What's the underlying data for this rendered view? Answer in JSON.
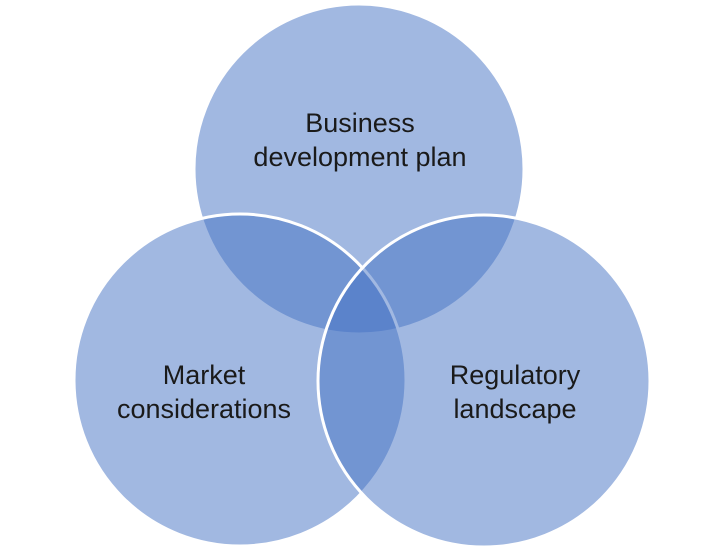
{
  "diagram": {
    "type": "venn",
    "circle_color": "#4472c4",
    "sets": [
      {
        "id": "top",
        "lines": [
          "Business",
          "development plan"
        ]
      },
      {
        "id": "left",
        "lines": [
          "Market",
          "considerations"
        ]
      },
      {
        "id": "right",
        "lines": [
          "Regulatory",
          "landscape"
        ]
      }
    ]
  }
}
